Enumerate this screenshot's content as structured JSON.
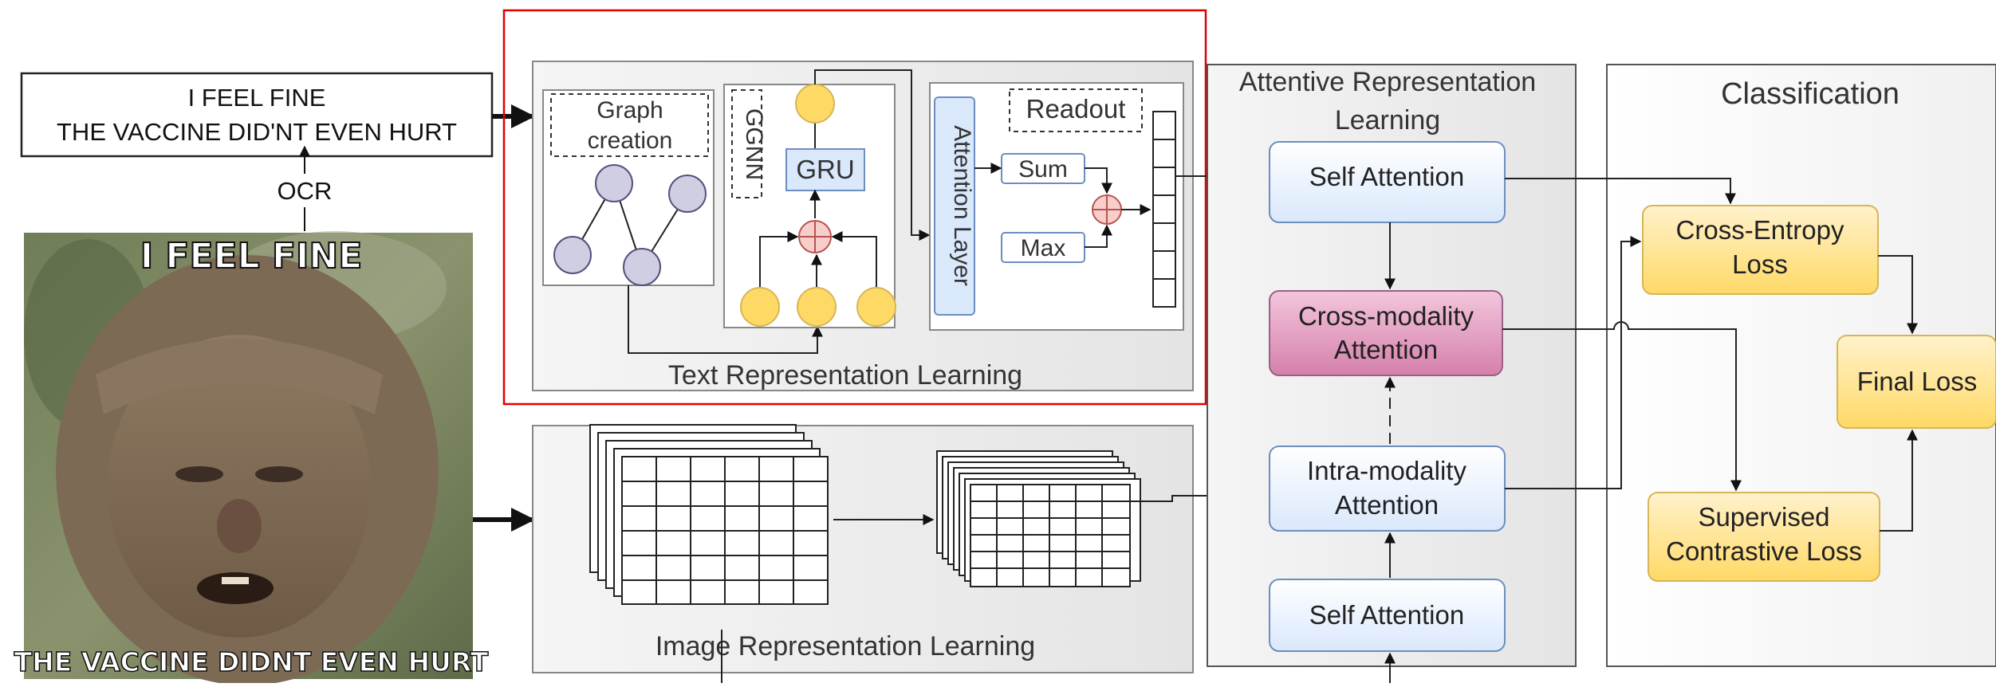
{
  "input": {
    "ocr_text_line1": "I FEEL FINE",
    "ocr_text_line2": "THE VACCINE DID'NT EVEN HURT",
    "ocr_label": "OCR",
    "meme_caption_top": "I FEEL FINE",
    "meme_caption_bottom": "THE VACCINE DIDNT EVEN HURT"
  },
  "text_block": {
    "title": "Text Representation Learning",
    "graph_creation_line1": "Graph",
    "graph_creation_line2": "creation",
    "ggnn": "GGNN",
    "gru": "GRU",
    "attention_layer": "Attention Layer",
    "readout": "Readout",
    "sum": "Sum",
    "max": "Max"
  },
  "image_block": {
    "title": "Image Representation Learning"
  },
  "attentive_block": {
    "title_line1": "Attentive Representation",
    "title_line2": "Learning",
    "self_attention_top": "Self Attention",
    "cross_modality_line1": "Cross-modality",
    "cross_modality_line2": "Attention",
    "intra_modality_line1": "Intra-modality",
    "intra_modality_line2": "Attention",
    "self_attention_bottom": "Self Attention"
  },
  "classification_block": {
    "title": "Classification",
    "cross_entropy_line1": "Cross-Entropy",
    "cross_entropy_line2": "Loss",
    "supcon_line1": "Supervised",
    "supcon_line2": "Contrastive Loss",
    "final_loss": "Final Loss"
  },
  "colors": {
    "highlight_box": "#e00000",
    "blue_fill": "#dae8fc",
    "blue_stroke": "#6c8ebf",
    "pink_fill": "#e6a0c4",
    "pink_stroke": "#996185",
    "yellow_fill": "#ffd966",
    "yellow_stroke": "#d6b656",
    "node_purple": "#d0cee2",
    "node_yellow": "#ffd966",
    "panel_fill": "#f2f2f2"
  }
}
